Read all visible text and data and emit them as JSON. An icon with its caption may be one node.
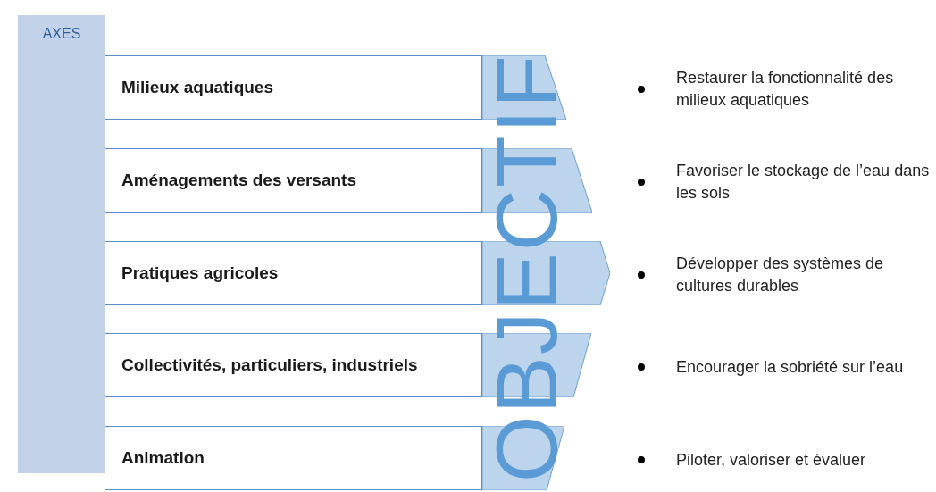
{
  "diagram": {
    "nodes": [
      {
        "text": [
          "AXES"
        ]
      },
      {
        "text": [
          "Milieux aquatiques"
        ]
      },
      {
        "text": [
          "Aménagements des versants"
        ]
      },
      {
        "text": [
          "Pratiques agricoles"
        ]
      },
      {
        "text": [
          "Collectivités, particuliers, industriels"
        ]
      },
      {
        "text": [
          "Animation"
        ]
      },
      {
        "text": [],
        "shape": "chevron"
      },
      {
        "text": [],
        "shape": "chevron"
      },
      {
        "text": [],
        "shape": "arrow"
      },
      {
        "text": [],
        "shape": "chevron"
      },
      {
        "text": [],
        "shape": "chevron"
      }
    ],
    "labels": [
      "OBJECTIF",
      "Restaurer la fonctionnalité des milieux aquatiques",
      "Favoriser le stockage de l’eau dans les sols",
      "Développer des systèmes de cultures durables",
      "Encourager la sobriété sur l’eau",
      "Piloter, valoriser et évaluer"
    ]
  }
}
